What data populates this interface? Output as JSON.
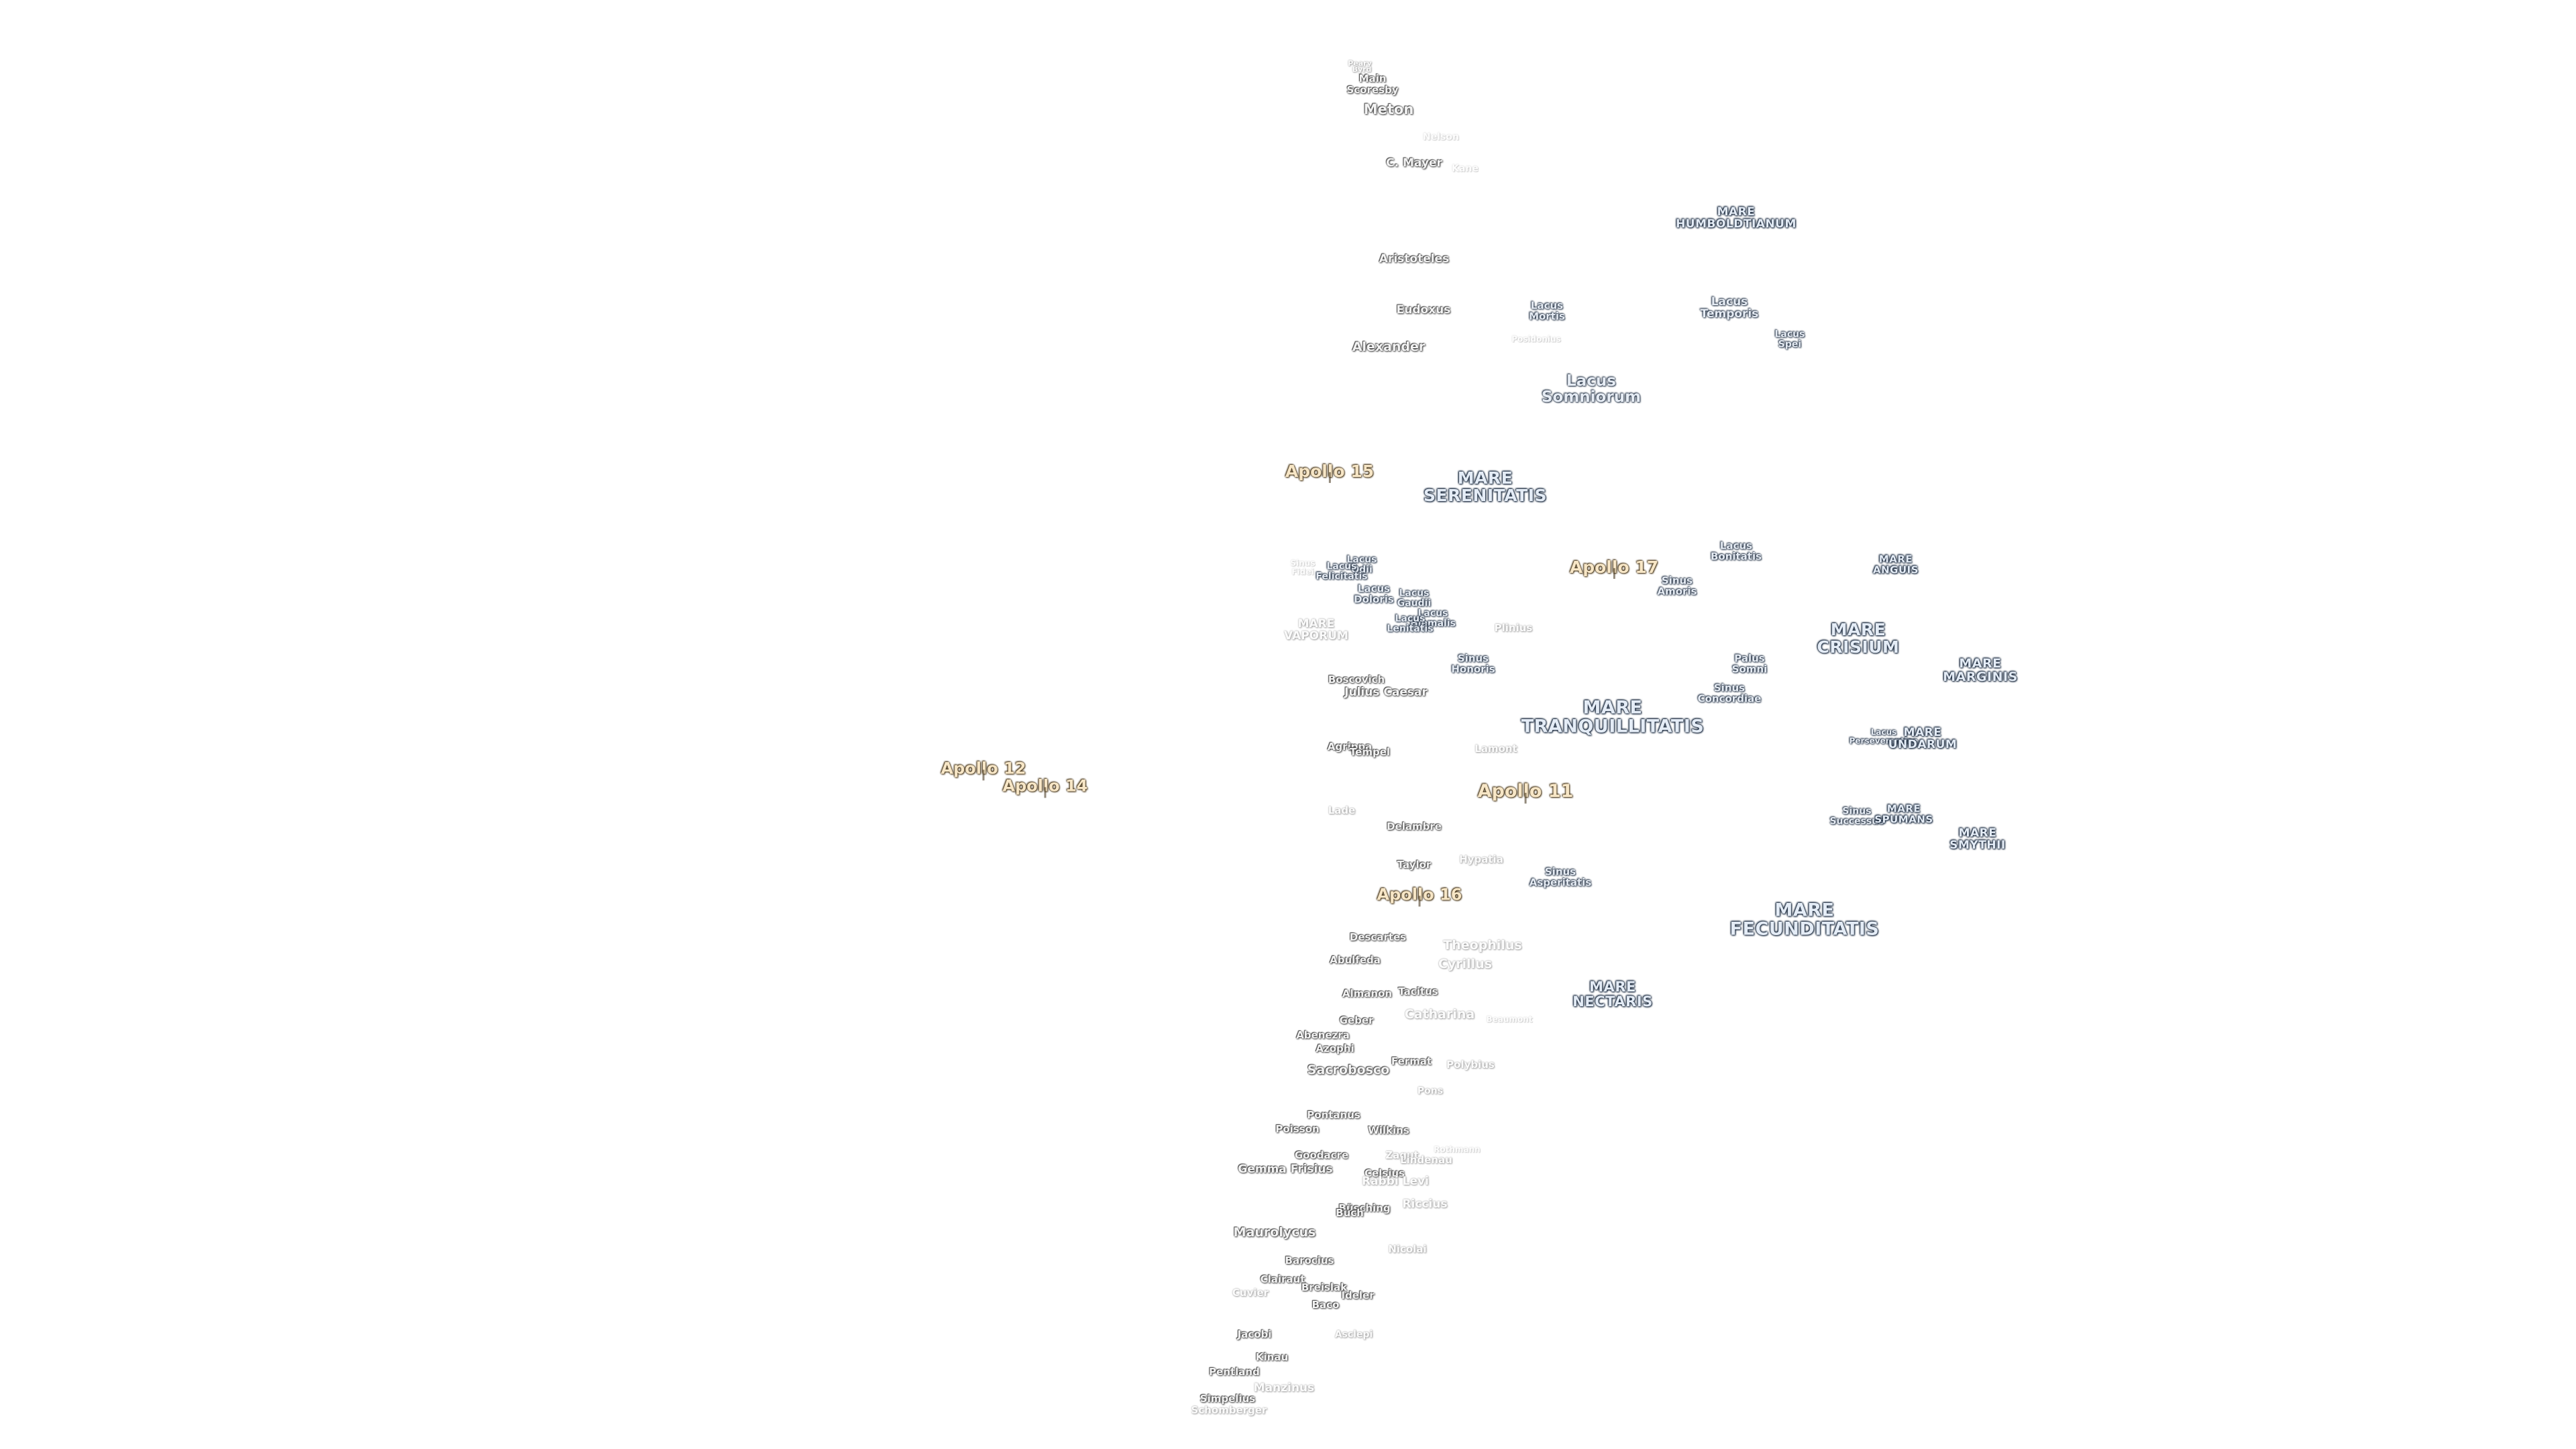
{
  "labels": [
    {
      "text": "Peary",
      "kind": "faint"
    },
    {
      "text": "Byrd",
      "kind": "faint"
    },
    {
      "text": "Main",
      "kind": "crater"
    },
    {
      "text": "Scoresby",
      "kind": "crater"
    },
    {
      "text": "Meton",
      "kind": "crater"
    },
    {
      "text": "Nelson",
      "kind": "vfaint"
    },
    {
      "text": "C. Mayer",
      "kind": "crater"
    },
    {
      "text": "Kane",
      "kind": "vfaint"
    },
    {
      "text": "MARE\nHUMBOLDTIANUM",
      "kind": "mare"
    },
    {
      "text": "Aristoteles",
      "kind": "crater"
    },
    {
      "text": "Eudoxus",
      "kind": "crater"
    },
    {
      "text": "Lacus\nMortis",
      "kind": "lacus"
    },
    {
      "text": "Lacus\nTemporis",
      "kind": "lacus"
    },
    {
      "text": "Lacus\nSpei",
      "kind": "lacus"
    },
    {
      "text": "Alexander",
      "kind": "crater"
    },
    {
      "text": "Posidonius",
      "kind": "vfaint"
    },
    {
      "text": "Lacus\nSomniorum",
      "kind": "lacus"
    },
    {
      "text": "Apollo 15",
      "kind": "apollo"
    },
    {
      "text": "MARE\nSERENITATIS",
      "kind": "mare"
    },
    {
      "text": "Apollo 17",
      "kind": "apollo"
    },
    {
      "text": "Lacus\nBonitatis",
      "kind": "lacus"
    },
    {
      "text": "MARE\nANGUIS",
      "kind": "mare"
    },
    {
      "text": "Sinus\nFidei",
      "kind": "vfaint"
    },
    {
      "text": "Lacus\nOdii",
      "kind": "lacus"
    },
    {
      "text": "Lacus\nFelicitatis",
      "kind": "lacus"
    },
    {
      "text": "Lacus\nDoloris",
      "kind": "lacus"
    },
    {
      "text": "Lacus\nGaudii",
      "kind": "lacus"
    },
    {
      "text": "Lacus\nHiemalis",
      "kind": "lacus"
    },
    {
      "text": "Lacus\nLenitatis",
      "kind": "lacus"
    },
    {
      "text": "Sinus\nAmoris",
      "kind": "lacus"
    },
    {
      "text": "MARE\nVAPORUM",
      "kind": "faint"
    },
    {
      "text": "Plinius",
      "kind": "faint"
    },
    {
      "text": "MARE\nCRISIUM",
      "kind": "mare"
    },
    {
      "text": "Palus\nSomni",
      "kind": "lacus"
    },
    {
      "text": "MARE\nMARGINIS",
      "kind": "mare"
    },
    {
      "text": "Sinus\nHonoris",
      "kind": "lacus"
    },
    {
      "text": "Boscovich",
      "kind": "crater"
    },
    {
      "text": "Julius Caesar",
      "kind": "crater"
    },
    {
      "text": "Sinus\nConcordiae",
      "kind": "lacus"
    },
    {
      "text": "MARE\nTRANQUILLITATIS",
      "kind": "mare"
    },
    {
      "text": "Lacus\nPerseverantiae",
      "kind": "lacus"
    },
    {
      "text": "MARE\nUNDARUM",
      "kind": "mare"
    },
    {
      "text": "Agrippa",
      "kind": "crater"
    },
    {
      "text": "Tempel",
      "kind": "crater"
    },
    {
      "text": "Lamont",
      "kind": "faint"
    },
    {
      "text": "Apollo 12",
      "kind": "apollo"
    },
    {
      "text": "Apollo 14",
      "kind": "apollo"
    },
    {
      "text": "Apollo 11",
      "kind": "apollo"
    },
    {
      "text": "Lade",
      "kind": "faint"
    },
    {
      "text": "Delambre",
      "kind": "crater"
    },
    {
      "text": "Sinus\nSuccessus",
      "kind": "lacus"
    },
    {
      "text": "MARE\nSPUMANS",
      "kind": "mare"
    },
    {
      "text": "MARE\nSMYTHII",
      "kind": "mare"
    },
    {
      "text": "Taylor",
      "kind": "crater"
    },
    {
      "text": "Hypatia",
      "kind": "faint"
    },
    {
      "text": "Sinus\nAsperitatis",
      "kind": "lacus"
    },
    {
      "text": "Apollo 16",
      "kind": "apollo"
    },
    {
      "text": "MARE\nFECUNDITATIS",
      "kind": "mare"
    },
    {
      "text": "Descartes",
      "kind": "crater"
    },
    {
      "text": "Theophilus",
      "kind": "faint"
    },
    {
      "text": "Abulfeda",
      "kind": "crater"
    },
    {
      "text": "Cyrillus",
      "kind": "faint"
    },
    {
      "text": "Almanon",
      "kind": "crater"
    },
    {
      "text": "Tacitus",
      "kind": "crater"
    },
    {
      "text": "MARE\nNECTARIS",
      "kind": "mare"
    },
    {
      "text": "Geber",
      "kind": "crater"
    },
    {
      "text": "Catharina",
      "kind": "faint"
    },
    {
      "text": "Beaumont",
      "kind": "vfaint"
    },
    {
      "text": "Abenezra",
      "kind": "crater"
    },
    {
      "text": "Azophi",
      "kind": "crater"
    },
    {
      "text": "Sacrobosco",
      "kind": "crater"
    },
    {
      "text": "Fermat",
      "kind": "crater"
    },
    {
      "text": "Polybius",
      "kind": "faint"
    },
    {
      "text": "Pons",
      "kind": "faint"
    },
    {
      "text": "Pontanus",
      "kind": "crater"
    },
    {
      "text": "Poisson",
      "kind": "crater"
    },
    {
      "text": "Wilkins",
      "kind": "crater"
    },
    {
      "text": "Goodacre",
      "kind": "crater"
    },
    {
      "text": "Zagut",
      "kind": "faint"
    },
    {
      "text": "Rothmann",
      "kind": "vfaint"
    },
    {
      "text": "Lindenau",
      "kind": "faint"
    },
    {
      "text": "Gemma Frisius",
      "kind": "crater"
    },
    {
      "text": "Celsius",
      "kind": "crater"
    },
    {
      "text": "Rabbi Levi",
      "kind": "faint"
    },
    {
      "text": "Riccius",
      "kind": "faint"
    },
    {
      "text": "Büsching",
      "kind": "crater"
    },
    {
      "text": "Buch",
      "kind": "crater"
    },
    {
      "text": "Maurolycus",
      "kind": "crater"
    },
    {
      "text": "Nicolai",
      "kind": "faint"
    },
    {
      "text": "Barocius",
      "kind": "crater"
    },
    {
      "text": "Clairaut",
      "kind": "crater"
    },
    {
      "text": "Breislak",
      "kind": "crater"
    },
    {
      "text": "Cuvier",
      "kind": "faint"
    },
    {
      "text": "Baco",
      "kind": "crater"
    },
    {
      "text": "Ideler",
      "kind": "crater"
    },
    {
      "text": "Jacobi",
      "kind": "crater"
    },
    {
      "text": "Asclepi",
      "kind": "faint"
    },
    {
      "text": "Kinau",
      "kind": "crater"
    },
    {
      "text": "Pentland",
      "kind": "crater"
    },
    {
      "text": "Manzinus",
      "kind": "faint"
    },
    {
      "text": "Simpelius",
      "kind": "crater"
    },
    {
      "text": "Schomberger",
      "kind": "faint"
    }
  ]
}
